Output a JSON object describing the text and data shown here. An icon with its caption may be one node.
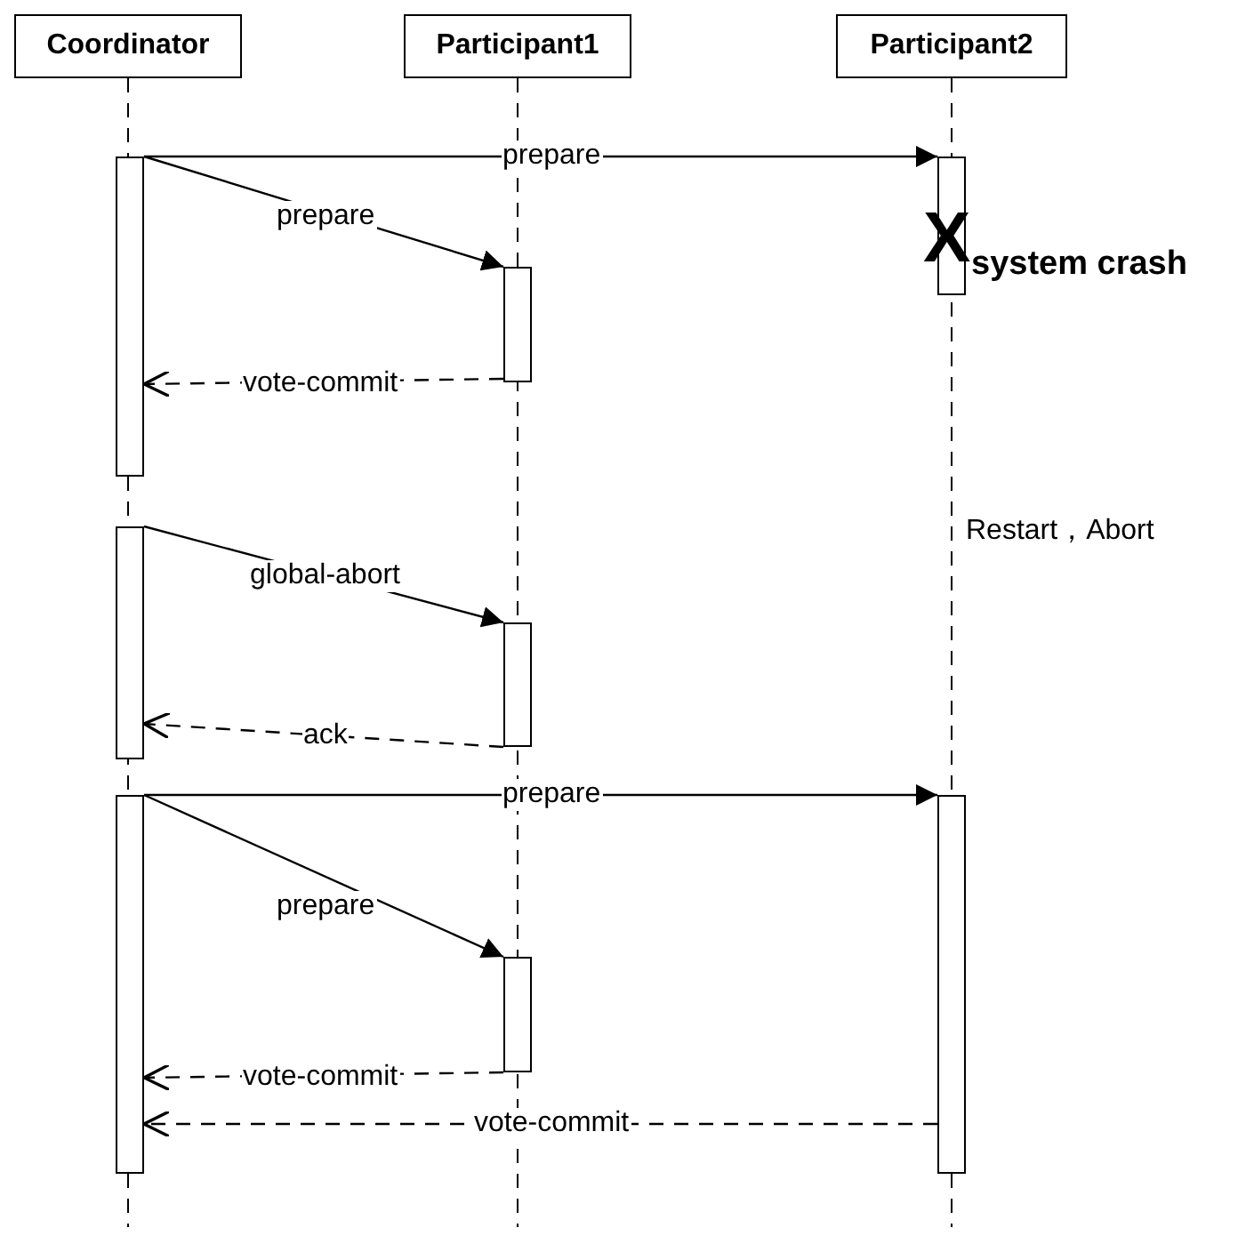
{
  "diagram": {
    "nodes": [
      {
        "text": [
          "Coordinator"
        ]
      },
      {
        "text": [
          "Participant1"
        ]
      },
      {
        "text": [
          "Participant2"
        ]
      },
      {
        "text": [],
        "shape": "bar"
      },
      {
        "text": [],
        "shape": "bar"
      },
      {
        "text": [],
        "shape": "bar"
      },
      {
        "text": [],
        "shape": "bar"
      },
      {
        "text": [],
        "shape": "bar"
      },
      {
        "text": [],
        "shape": "bar"
      },
      {
        "text": [],
        "shape": "bar"
      },
      {
        "text": [],
        "shape": "bar"
      }
    ],
    "edges": [
      {
        "from": 3,
        "to": 4,
        "arrow": "to",
        "label": "prepare"
      },
      {
        "from": 3,
        "to": 5,
        "arrow": "to",
        "label": "prepare"
      },
      {
        "from": 5,
        "to": 3,
        "arrow": "to",
        "label": "vote-commit",
        "style": "dashed"
      },
      {
        "from": 6,
        "to": 7,
        "arrow": "to",
        "label": "global-abort"
      },
      {
        "from": 7,
        "to": 6,
        "arrow": "to",
        "label": "ack",
        "style": "dashed"
      },
      {
        "from": 8,
        "to": 9,
        "arrow": "to",
        "label": "prepare"
      },
      {
        "from": 8,
        "to": 10,
        "arrow": "to",
        "label": "prepare"
      },
      {
        "from": 10,
        "to": 8,
        "arrow": "to",
        "label": "vote-commit",
        "style": "dashed"
      },
      {
        "from": 9,
        "to": 8,
        "arrow": "to",
        "label": "vote-commit",
        "style": "dashed"
      }
    ],
    "labels": [
      "X",
      "system crash",
      "Restart，Abort"
    ]
  }
}
